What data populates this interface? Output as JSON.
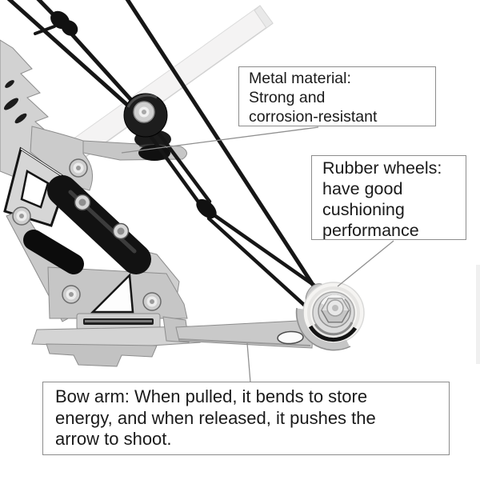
{
  "callouts": {
    "metal": {
      "lines": [
        "Metal material:",
        "Strong and",
        "corrosion-resistant"
      ]
    },
    "wheels": {
      "lines": [
        "Rubber wheels:",
        "have good",
        "cushioning",
        "performance"
      ]
    },
    "bow_arm": {
      "lines": [
        "Bow arm: When pulled, it bends to store",
        "energy, and when released, it pushes the",
        "arrow to shoot."
      ]
    }
  },
  "colors": {
    "background": "#ffffff",
    "callout_border": "#8c8c8c",
    "callout_text": "#1a1a1a",
    "string_black": "#161616",
    "metal_silver": "#cccccc",
    "metal_edge": "#8d8d8d",
    "grip_black": "#131313",
    "wheel_white": "#f5f4f2",
    "leader_line": "#8f8f8f"
  }
}
